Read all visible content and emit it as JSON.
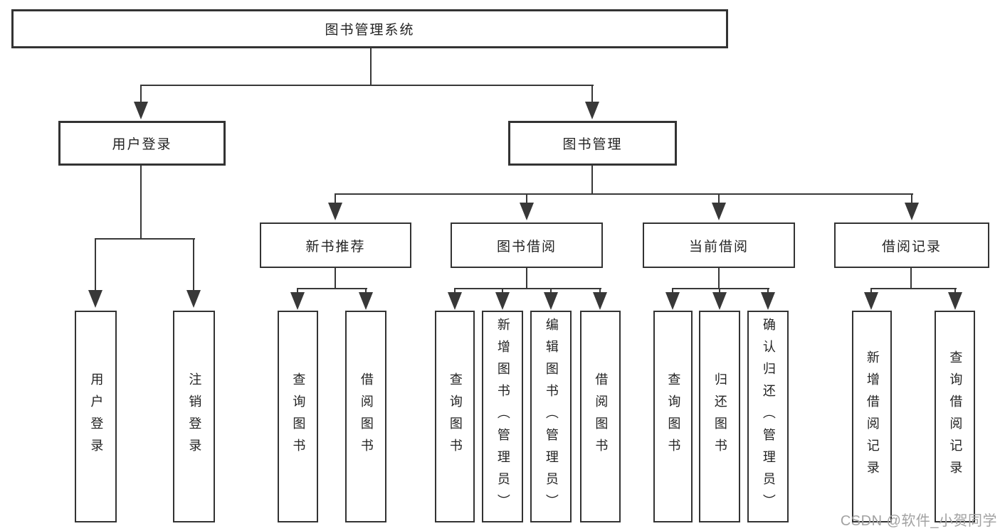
{
  "diagram": {
    "root": "图书管理系统",
    "level2": [
      "用户登录",
      "图书管理"
    ],
    "level3": [
      "新书推荐",
      "图书借阅",
      "当前借阅",
      "借阅记录"
    ],
    "leaves": {
      "userLogin": [
        "用户登录",
        "注销登录"
      ],
      "newBook": [
        "查询图书",
        "借阅图书"
      ],
      "bookBorrow": [
        "查询图书",
        "新增图书（管理员）",
        "编辑图书（管理员）",
        "借阅图书"
      ],
      "currentBorrow": [
        "查询图书",
        "归还图书",
        "确认归还（管理员）"
      ],
      "borrowRecord": [
        "新增借阅记录",
        "查询借阅记录"
      ]
    },
    "colors": {
      "line": "#383838",
      "border": "#333333",
      "text": "#232323",
      "background": "#ffffff",
      "watermark": "#a2a2a2"
    }
  },
  "watermark": "CSDN @软件_小贺同学"
}
